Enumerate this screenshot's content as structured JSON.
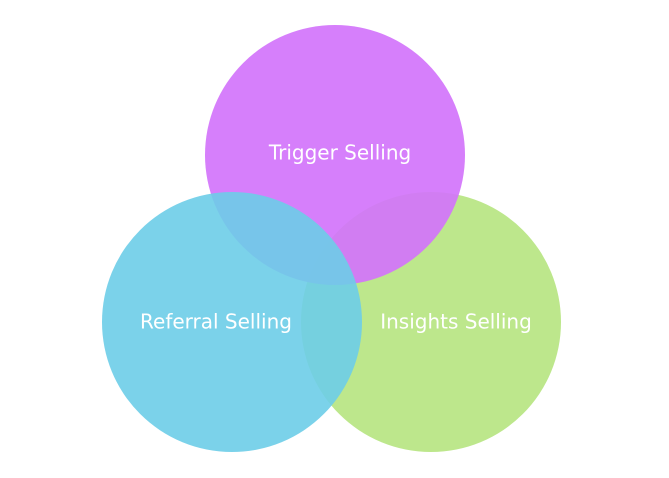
{
  "diagram": {
    "type": "venn",
    "sets": [
      {
        "id": "trigger",
        "label": "Trigger Selling",
        "color": "#d374fb"
      },
      {
        "id": "referral",
        "label": "Referral Selling",
        "color": "#6dcde8"
      },
      {
        "id": "insights",
        "label": "Insights Selling",
        "color": "#bde78c"
      }
    ],
    "overlap_colors": {
      "trigger_insights": "#c96fe6",
      "trigger_referral": "#68b4ec",
      "referral_insights": "#68c9d4"
    }
  }
}
